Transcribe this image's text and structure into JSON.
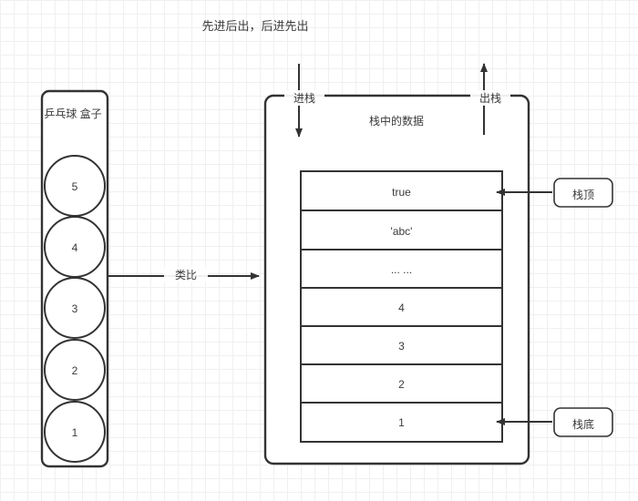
{
  "diagram": {
    "title": "先进后出，后进先出",
    "ball_box": {
      "label": "乒乓球\n盒子",
      "balls": [
        "5",
        "4",
        "3",
        "2",
        "1"
      ]
    },
    "analogy_arrow": {
      "label": "类比"
    },
    "stack": {
      "push_label": "进栈",
      "pop_label": "出栈",
      "header": "栈中的数据",
      "cells": [
        "true",
        "'abc'",
        "... ...",
        "4",
        "3",
        "2",
        "1"
      ],
      "callouts": {
        "top": "栈顶",
        "bottom": "栈底"
      }
    },
    "colors": {
      "stroke": "#333333",
      "text": "#3a3a3a",
      "grid_minor": "#f0f0f0",
      "grid_major": "#e4e4e4",
      "background": "#ffffff"
    }
  }
}
